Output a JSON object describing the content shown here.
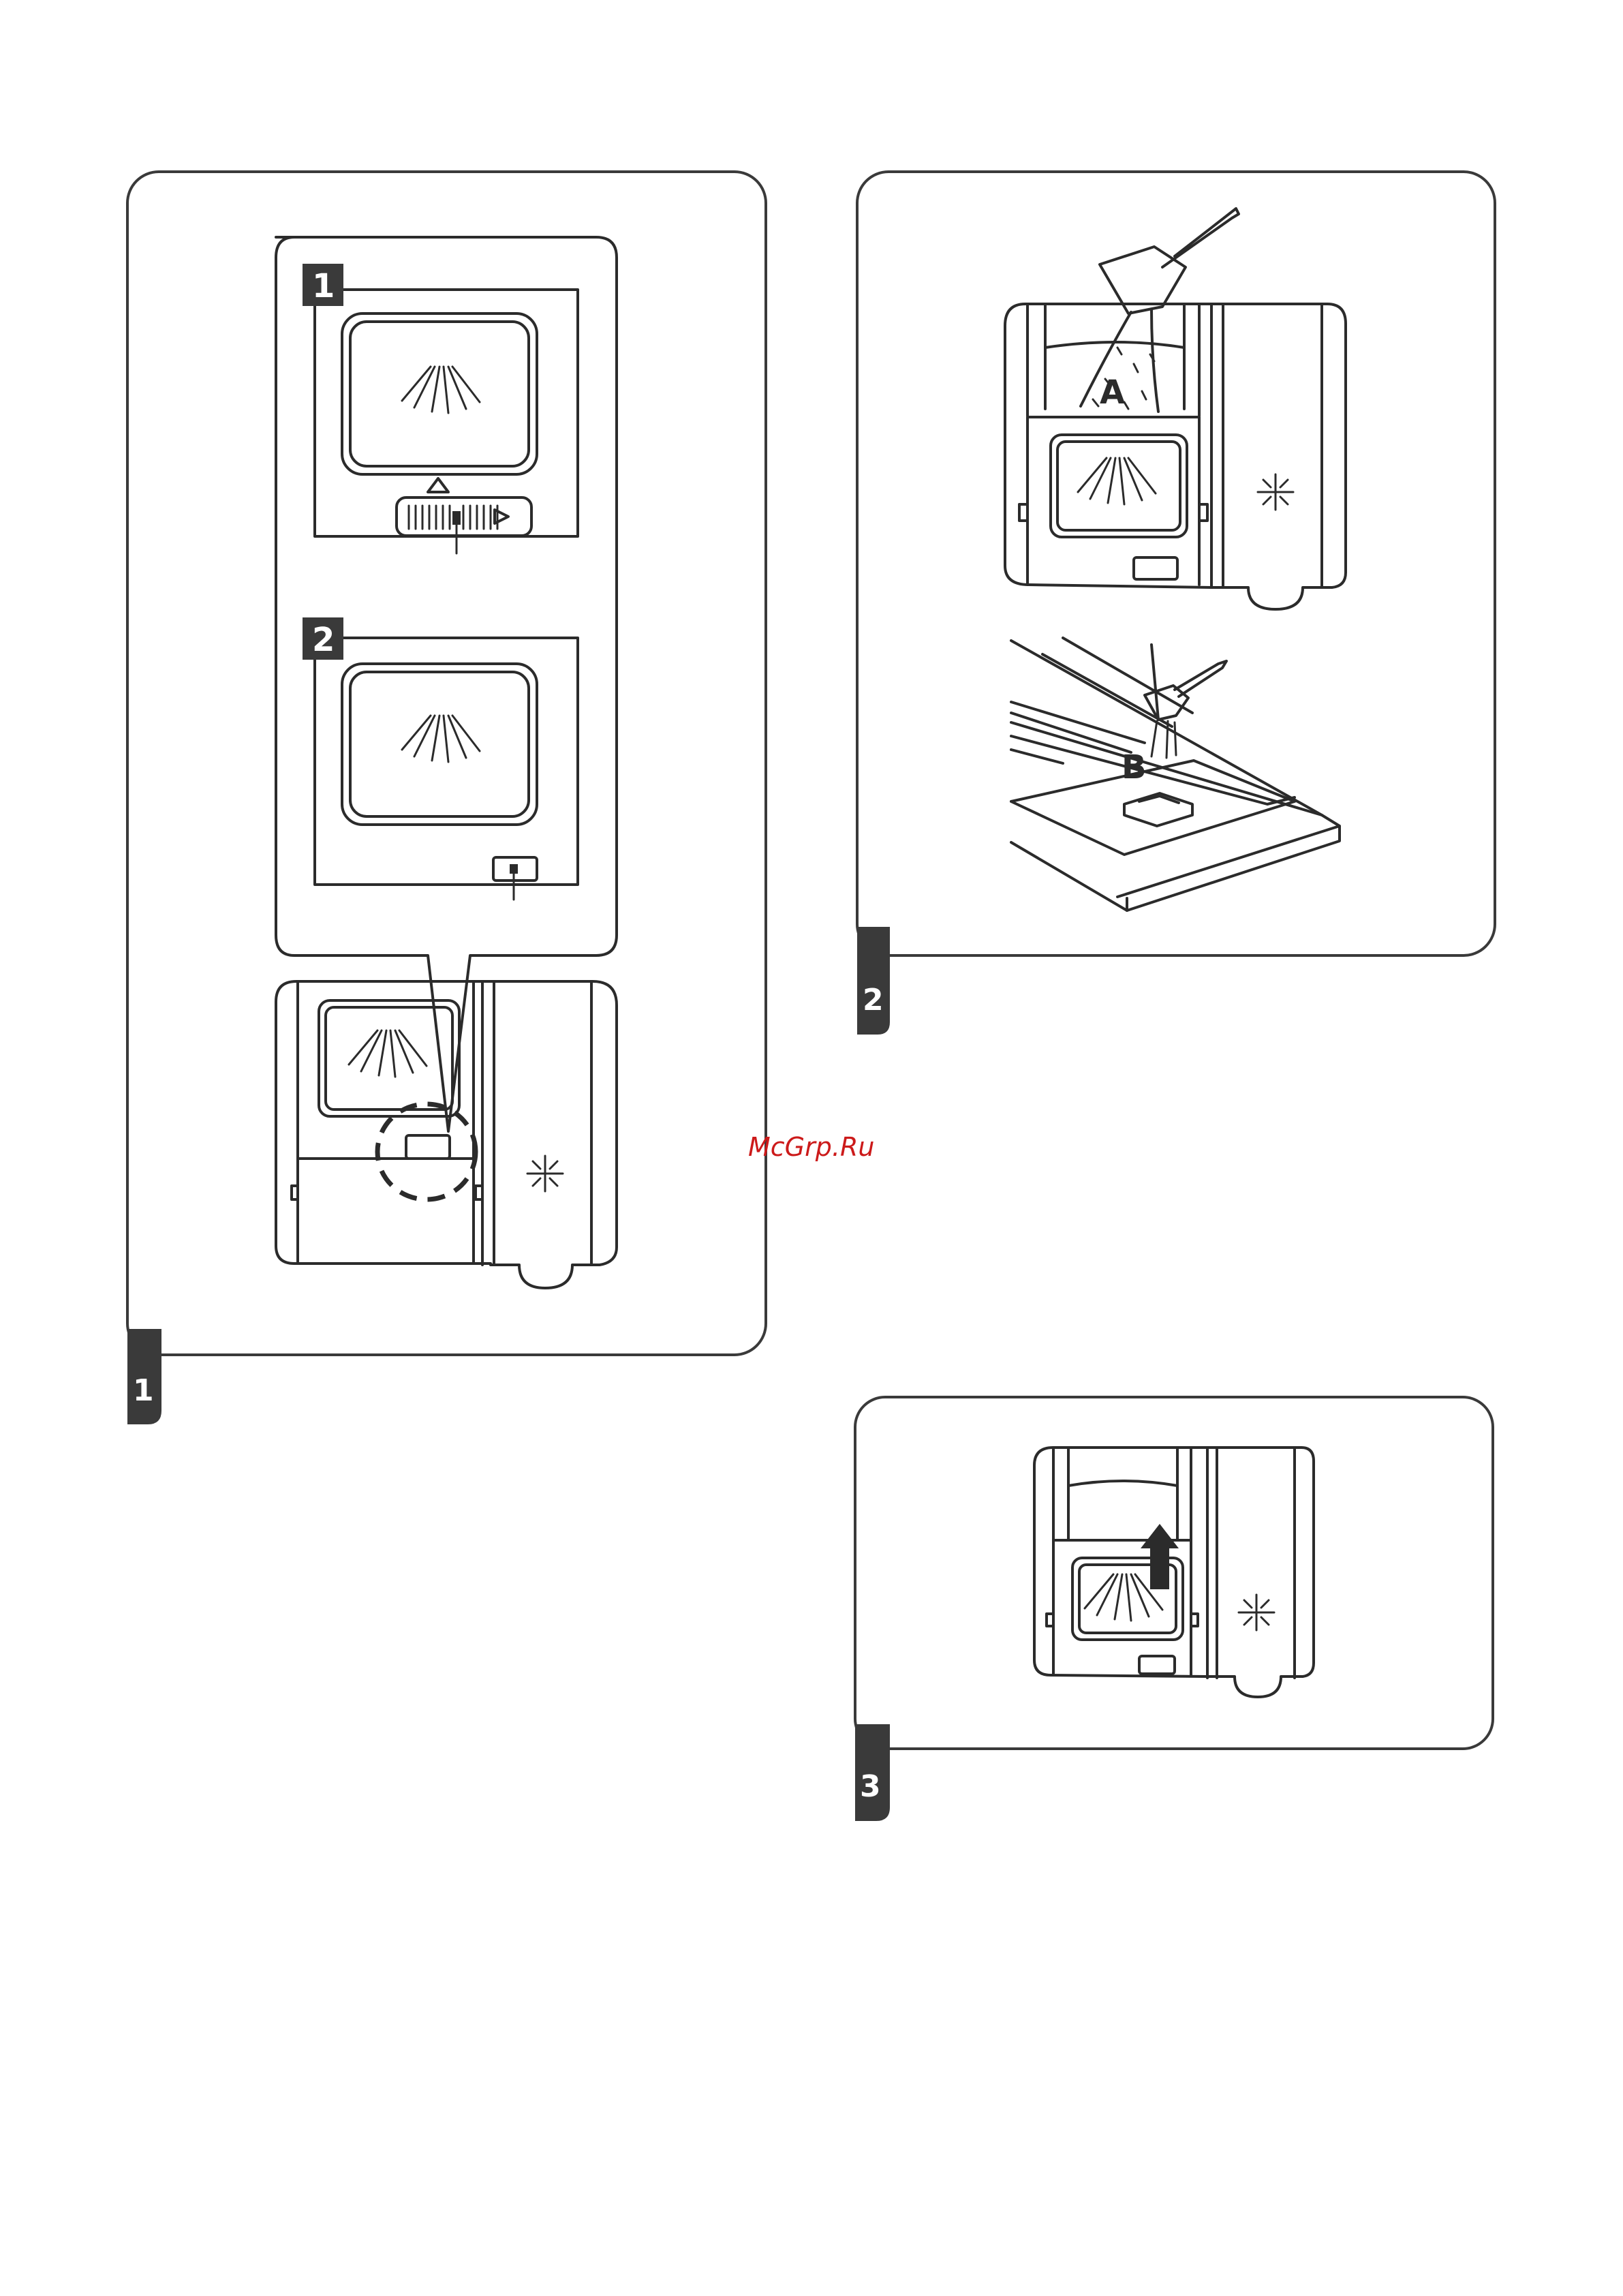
{
  "watermark": "McGrp.Ru",
  "panels": [
    {
      "number": "1",
      "callouts": [
        "1",
        "2"
      ]
    },
    {
      "number": "2",
      "labels": [
        "A",
        "B"
      ]
    },
    {
      "number": "3"
    }
  ]
}
